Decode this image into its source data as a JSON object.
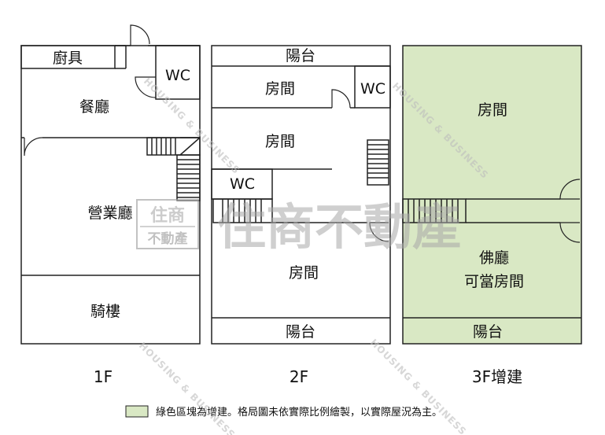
{
  "floors": [
    {
      "label": "1F",
      "rooms": [
        "廚具",
        "WC",
        "餐廳",
        "營業廳",
        "騎樓"
      ]
    },
    {
      "label": "2F",
      "rooms": [
        "陽台",
        "房間",
        "WC",
        "房間",
        "WC",
        "房間",
        "陽台"
      ]
    },
    {
      "label": "3F增建",
      "rooms": [
        "房間",
        "佛廳",
        "可當房間",
        "陽台"
      ]
    }
  ],
  "legend": {
    "text": "綠色區塊為增建。格局圖未依實際比例繪製，以實際屋況為主。",
    "swatch_color": "#d9e8c4"
  },
  "watermark": {
    "main": "住商不動產",
    "logo_top": "住商",
    "logo_bottom": "不動產",
    "english": "HOUSING & BUSINESS"
  },
  "colors": {
    "added_area": "#d9e8c4",
    "wall": "#222222"
  }
}
